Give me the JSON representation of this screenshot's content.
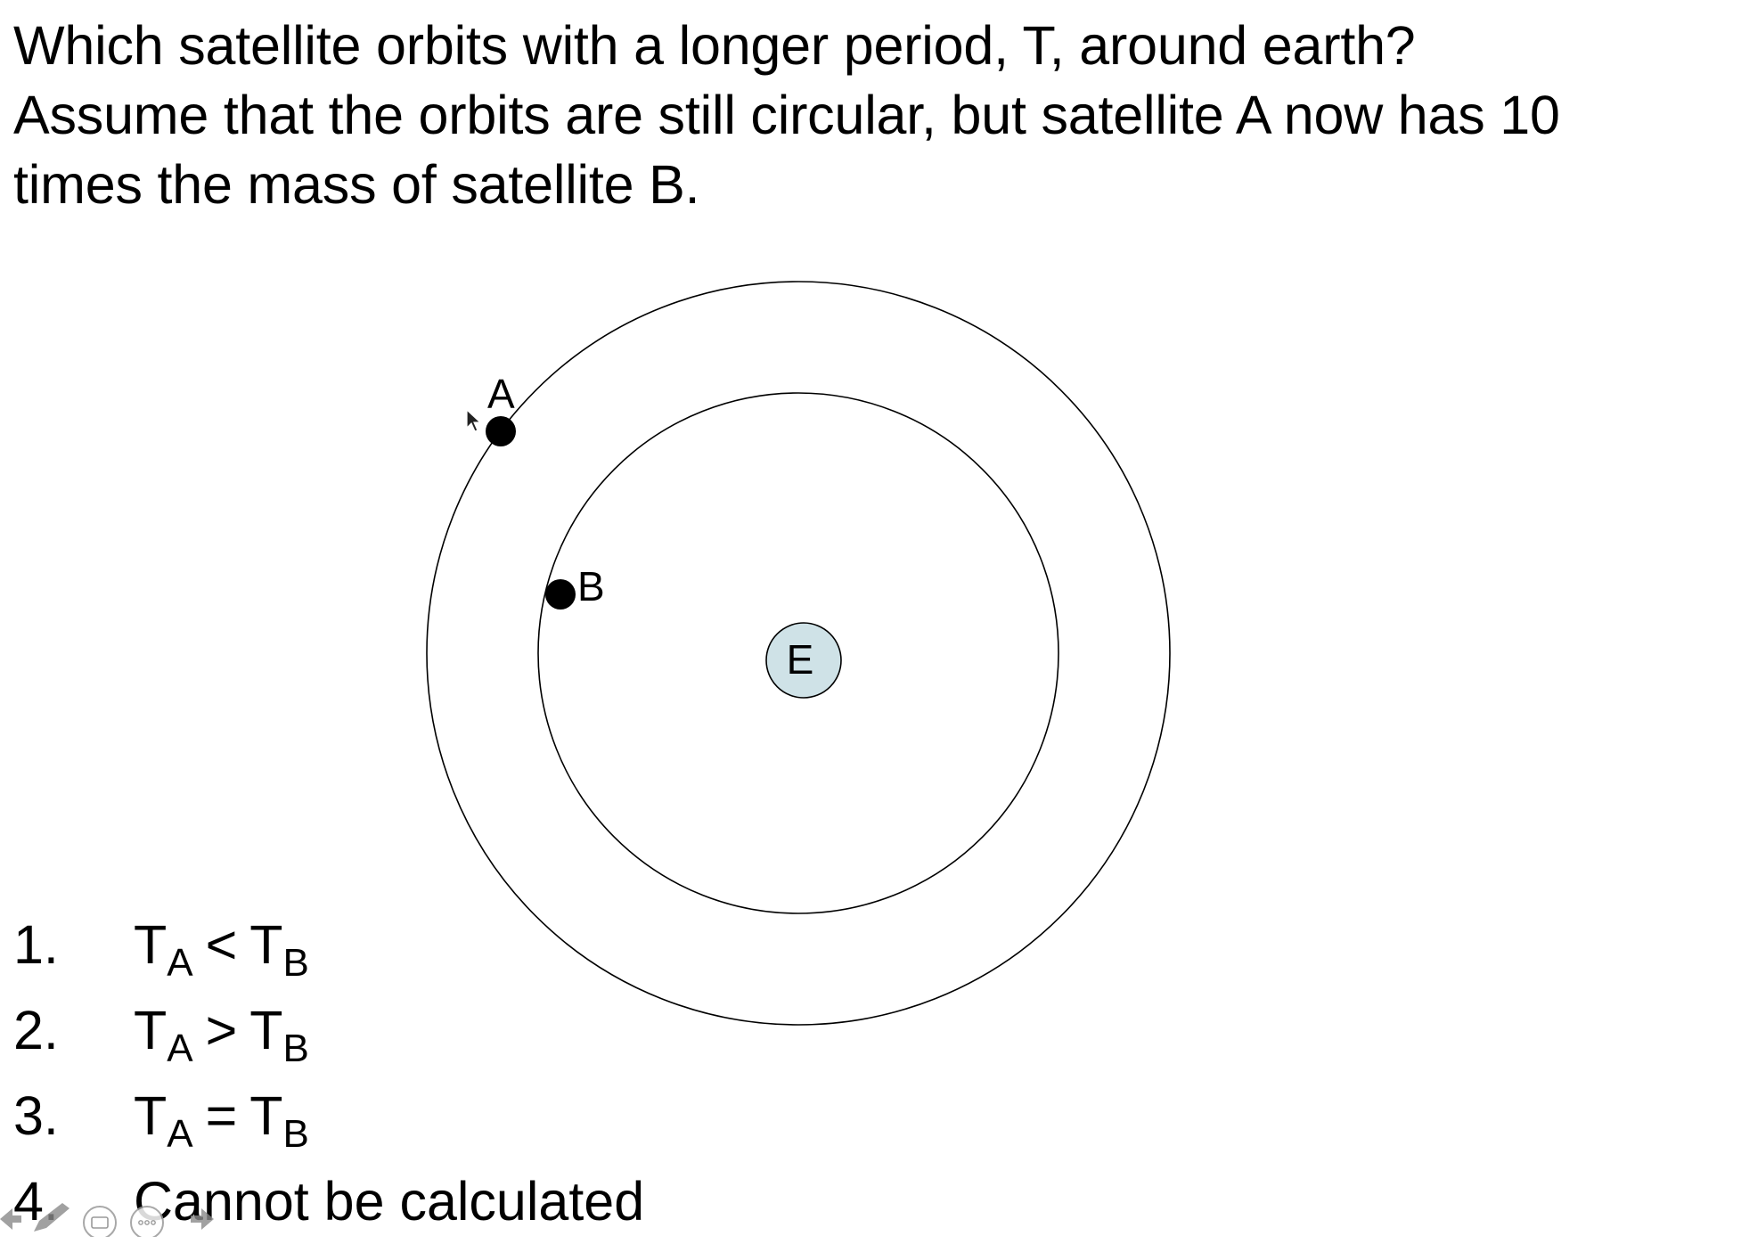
{
  "question": {
    "line1": "Which satellite orbits with a longer period, T, around earth?",
    "line2": "Assume that the orbits are still circular, but satellite A now has 10",
    "line3": "times the mass of satellite B."
  },
  "diagram": {
    "earth_label": "E",
    "satellite_a_label": "A",
    "satellite_b_label": "B",
    "earth_fill": "#cfe2e7"
  },
  "options": [
    {
      "num": "1.",
      "t": "T",
      "sub_a": "A",
      "rel": "<",
      "sub_b": "B"
    },
    {
      "num": "2.",
      "t": "T",
      "sub_a": "A",
      "rel": ">",
      "sub_b": "B"
    },
    {
      "num": "3.",
      "t": "T",
      "sub_a": "A",
      "rel": "=",
      "sub_b": "B"
    },
    {
      "num": "4.",
      "text": "Cannot be calculated"
    }
  ],
  "toolbar": {
    "icons": [
      "back-arrow-icon",
      "pen-icon",
      "captions-icon",
      "more-options-icon",
      "forward-arrow-icon"
    ]
  }
}
